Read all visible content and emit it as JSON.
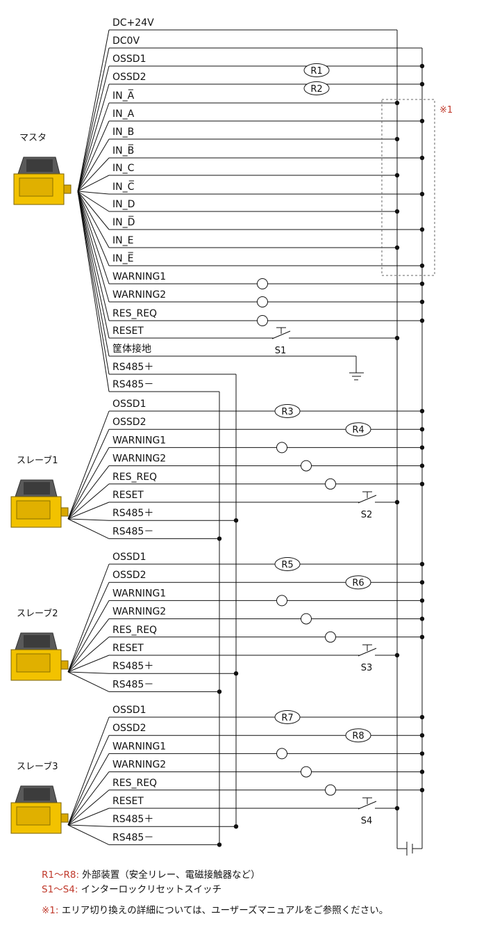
{
  "master": {
    "label": "マスタ",
    "signals": [
      "DC+24V",
      "DC0V",
      "OSSD1",
      "OSSD2",
      "IN_A̅",
      "IN_A",
      "IN_B",
      "IN_B̅",
      "IN_C",
      "IN_C̅",
      "IN_D",
      "IN_D̅",
      "IN_E",
      "IN_E̅",
      "WARNING1",
      "WARNING2",
      "RES_REQ",
      "RESET",
      "筐体接地",
      "RS485＋",
      "RS485－"
    ],
    "relays": [
      "R1",
      "R2"
    ],
    "switch": "S1"
  },
  "slaves": [
    {
      "label": "スレーブ1",
      "signals": [
        "OSSD1",
        "OSSD2",
        "WARNING1",
        "WARNING2",
        "RES_REQ",
        "RESET",
        "RS485＋",
        "RS485－"
      ],
      "relays": [
        "R3",
        "R4"
      ],
      "switch": "S2"
    },
    {
      "label": "スレーブ2",
      "signals": [
        "OSSD1",
        "OSSD2",
        "WARNING1",
        "WARNING2",
        "RES_REQ",
        "RESET",
        "RS485＋",
        "RS485－"
      ],
      "relays": [
        "R5",
        "R6"
      ],
      "switch": "S3"
    },
    {
      "label": "スレーブ3",
      "signals": [
        "OSSD1",
        "OSSD2",
        "WARNING1",
        "WARNING2",
        "RES_REQ",
        "RESET",
        "RS485＋",
        "RS485－"
      ],
      "relays": [
        "R7",
        "R8"
      ],
      "switch": "S4"
    }
  ],
  "note_mark": "※1",
  "colors": {
    "accent": "#c0392b",
    "device_yellow": "#f2c200",
    "device_gray": "#555555"
  },
  "legend": [
    {
      "key": "R1～R8:",
      "text": "外部装置（安全リレー、電磁接触器など）"
    },
    {
      "key": "S1～S4:",
      "text": "インターロックリセットスイッチ"
    },
    {
      "key": "※1:",
      "text": "エリア切り換えの詳細については、ユーザーズマニュアルをご参照ください。"
    }
  ]
}
